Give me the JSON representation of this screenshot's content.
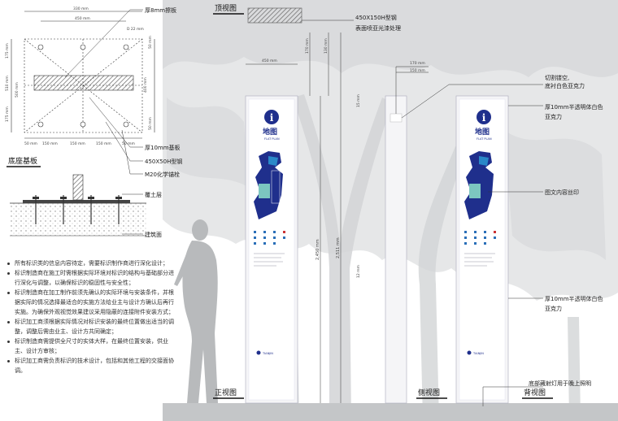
{
  "views": {
    "top": "顶视图",
    "front": "正视图",
    "side": "侧视图",
    "back": "背视图",
    "base": "底座基板"
  },
  "plate_dims": {
    "total_w": "330 mm",
    "bolt_w": "450 mm",
    "hole": "D 22 mm",
    "bottom": [
      "50 mm",
      "150 mm",
      "150 mm",
      "150 mm",
      "50 mm"
    ],
    "left": [
      "175 mm",
      "510 mm",
      "175 mm"
    ],
    "left_total": "500 mm",
    "right_top": "50 mm",
    "right_mid": "400 mm",
    "right_bot": "50 mm"
  },
  "left_callouts": {
    "plate8": "厚8mm擦板",
    "base10": "厚10mm基板",
    "steel_450x50": "450X50H型钢",
    "bolt": "M20化学锚栓",
    "soil": "覆土层",
    "foundation": "建筑面"
  },
  "top_view_label": [
    "450X150H型钢",
    "表面喷亚光漆处理"
  ],
  "front_dims": {
    "width": "450 mm",
    "height_total": "2,450 mm",
    "top_170": "170 mm",
    "top_130": "130 mm",
    "h2511": "2,511 mm",
    "right_small": "15 mm",
    "bottom_small": "12 mm"
  },
  "side_dims": {
    "w170": "170 mm",
    "w150": "150 mm"
  },
  "right_callouts": {
    "cutout": [
      "切割镂空,",
      "底衬白色亚克力"
    ],
    "acrylic_top": [
      "厚10mm半透明体白色",
      "亚克力"
    ],
    "print": "图文内容丝印",
    "acrylic_bottom": [
      "厚10mm半透明体白色",
      "亚克力"
    ],
    "light": "底部藏射灯用于晚上照明"
  },
  "panel": {
    "icon_letter": "i",
    "title_cn": "地图",
    "title_en": "FLAT PLAN",
    "brand": "TIANJIN"
  },
  "notes": [
    "所有标识类的信息内容待定，需要标识制作商进行深化设计；",
    "标识制造商在施工时需根据实际环境对标识的结构与基础部分进行深化与调整，以确保标识的稳固性与安全性；",
    "标识制造商在加工制作前须先确认的实际环境与安装条件，并根据实际的情况选择最适合的实施方法给业主与设计方确认后再行实施。为确保外观视觉效果建议采用隐蔽的连接附件安装方式；",
    "标识加工商须根据实际情况对标识安装的最终位置做出适当的调整，调整后需由业主、设计方共同确定；",
    "标识制造商需提供全尺寸的实体大样，在最终位置安装，供业主、设计方审核；",
    "标识加工商需负责标识的技术设计，包括和其他工程的交接面协调。"
  ],
  "colors": {
    "accent": "#1f2f8c",
    "tree": "#d2d4d6",
    "line": "#333333"
  }
}
